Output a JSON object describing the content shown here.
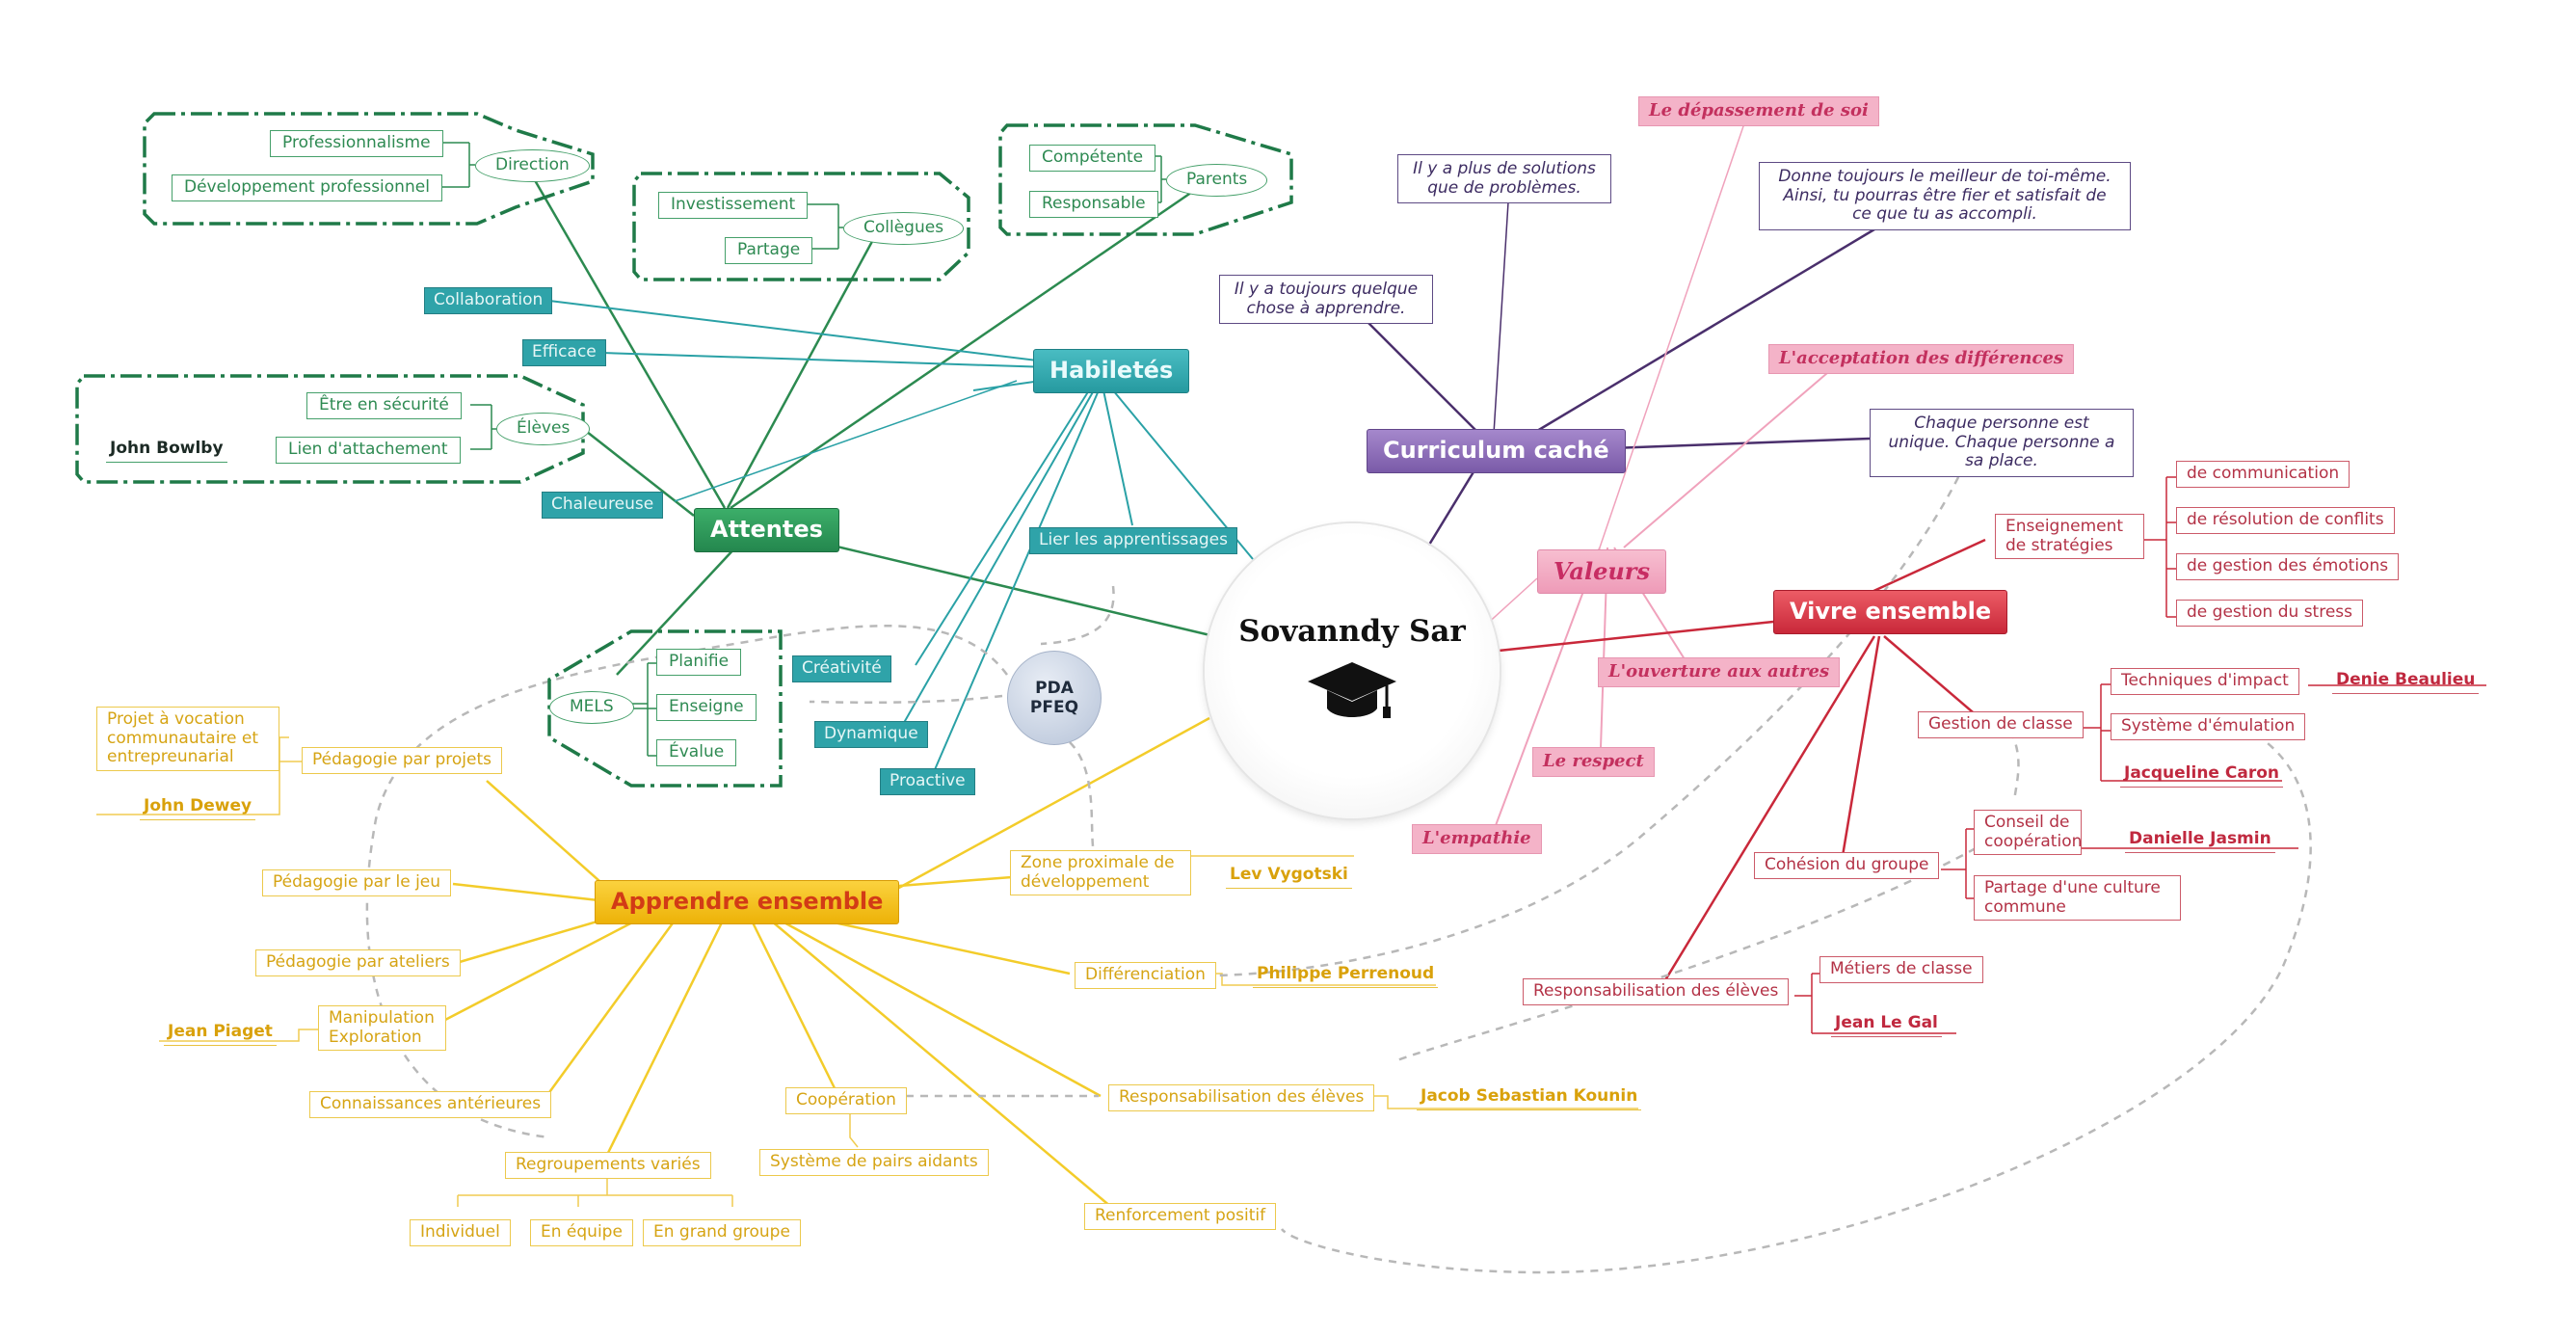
{
  "center": {
    "title": "Sovanndy Sar",
    "icon": "graduation-cap-icon"
  },
  "pda": {
    "line1": "PDA",
    "line2": "PFEQ"
  },
  "main_topics": {
    "attentes": "Attentes",
    "habiletes": "Habiletés",
    "curriculum": "Curriculum caché",
    "valeurs": "Valeurs",
    "vivre": "Vivre ensemble",
    "apprendre": "Apprendre ensemble"
  },
  "attentes": {
    "direction": "Direction",
    "professionnalisme": "Professionnalisme",
    "developpement": "Développement professionnel",
    "collegues": "Collègues",
    "investissement": "Investissement",
    "partage": "Partage",
    "parents": "Parents",
    "competente": "Compétente",
    "responsable": "Responsable",
    "eleves": "Élèves",
    "securite": "Être en sécurité",
    "attachement": "Lien d'attachement",
    "bowlby": "John Bowlby",
    "mels": "MELS",
    "planifie": "Planifie",
    "enseigne": "Enseigne",
    "evalue": "Évalue"
  },
  "habiletes": {
    "collaboration": "Collaboration",
    "efficace": "Efficace",
    "chaleureuse": "Chaleureuse",
    "lier": "Lier les apprentissages",
    "creativite": "Créativité",
    "dynamique": "Dynamique",
    "proactive": "Proactive"
  },
  "curriculum": {
    "solutions": "Il y a plus de solutions que de problèmes.",
    "apprendre": "Il y a toujours quelque chose à apprendre.",
    "meilleur": "Donne toujours le meilleur de toi-même. Ainsi, tu pourras être fier et satisfait de ce que tu as accompli.",
    "unique": "Chaque personne est unique. Chaque personne a sa place."
  },
  "valeurs": {
    "depassement": "Le dépassement de soi",
    "acceptation": "L'acceptation des différences",
    "ouverture": "L'ouverture aux autres",
    "respect": "Le respect",
    "empathie": "L'empathie"
  },
  "vivre": {
    "strategies": "Enseignement de stratégies",
    "communication": "de communication",
    "conflits": "de résolution de conflits",
    "emotions": "de gestion des émotions",
    "stress": "de gestion du stress",
    "gestion": "Gestion de classe",
    "impact": "Techniques d'impact",
    "beaulieu": "Denie Beaulieu",
    "emulation": "Système d'émulation",
    "caron": "Jacqueline Caron",
    "cohesion": "Cohésion du groupe",
    "conseil": "Conseil de coopération",
    "jasmin": "Danielle Jasmin",
    "culture": "Partage d'une culture commune",
    "responsabilisation": "Responsabilisation des élèves",
    "metiers": "Métiers de classe",
    "legal": "Jean Le Gal"
  },
  "apprendre": {
    "projets": "Pédagogie par projets",
    "vocation": "Projet à vocation communautaire et entrepreunarial",
    "dewey": "John Dewey",
    "jeu": "Pédagogie par le jeu",
    "ateliers": "Pédagogie par ateliers",
    "manipulation": "Manipulation Exploration",
    "piaget": "Jean Piaget",
    "anterieures": "Connaissances antérieures",
    "regroupements": "Regroupements variés",
    "individuel": "Individuel",
    "equipe": "En équipe",
    "grandgroupe": "En grand groupe",
    "cooperation": "Coopération",
    "pairs": "Système de pairs aidants",
    "renforcement": "Renforcement positif",
    "responsabilisation": "Responsabilisation des élèves",
    "kounin": "Jacob Sebastian Kounin",
    "differenciation": "Différenciation",
    "perrenoud": "Philippe Perrenoud",
    "zone": "Zone proximale de développement",
    "vygotski": "Lev Vygotski"
  },
  "colors": {
    "green": "#2e8a52",
    "teal": "#2fa3a9",
    "purple": "#7a5aa8",
    "pink": "#f4b3c8",
    "red": "#c9283a",
    "yellow": "#f0b90d"
  }
}
